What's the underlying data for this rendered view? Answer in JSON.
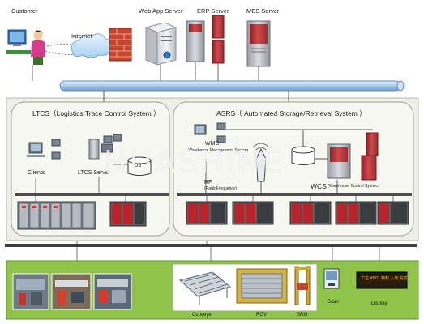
{
  "top": {
    "customer": "Customer",
    "internet": "Internet",
    "web_app_server": "Web App Server",
    "erp_server": "ERP Server",
    "mes_server": "MES Server"
  },
  "ltcs": {
    "title": "LTCS（Logistics Trace Control System ）",
    "clients": "Clients",
    "server": "LTCS Server",
    "db": "DB"
  },
  "asrs": {
    "title": "ASRS（ Automated Storage/Retrieval System ）",
    "wms_line1": "WMS",
    "wms_line2": "Warehouse Management System",
    "rf": "RF",
    "rf_sub": "(RadioFrequency)",
    "wcs": "WCS",
    "wcs_sub": "(Warehouse Control System)"
  },
  "field": {
    "conveyer": "Conveyer",
    "rgv": "RGV",
    "srm": "SRM",
    "scan": "Scan",
    "display": "Display",
    "display_text": "工位 AB01 物料 入库 完成"
  },
  "watermark": "HUASHINE",
  "colors": {
    "bus_blue": "#aacbe8",
    "bus_blue_edge": "#5d8fc0",
    "panel_bg": "#eef0e6",
    "field_green": "#8fc34a",
    "server_red": "#c23a3a",
    "plc_red": "#b8242a"
  }
}
